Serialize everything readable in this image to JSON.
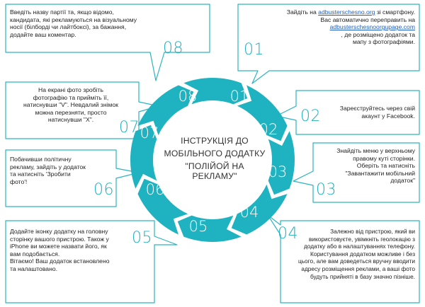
{
  "center_title": {
    "line1": "ІНСТРУКЦІЯ ДО",
    "line2": "МОБІЛЬНОГО ДОДАТКУ",
    "line3": "\"ПОЛІЙОЙ НА РЕКЛАМУ\""
  },
  "ring_numbers": [
    "01",
    "02",
    "03",
    "04",
    "05",
    "06",
    "07",
    "08"
  ],
  "colors": {
    "accent": "#23b0c0",
    "ring": "#1fb2c0",
    "text": "#1f1f1f",
    "link": "#1f5fbf"
  },
  "steps": [
    {
      "number": "01",
      "lines_a": "Зайдіть на ",
      "link1": "adbusterschesno.org",
      "lines_b": " зі смартфону.",
      "line2": "Вас автоматично переправить на",
      "link2": "adbusterschesnoorgupage.com",
      "line3": ", де розміщено додаток та",
      "line4": "мапу з фотографіями."
    },
    {
      "number": "02",
      "line1": "Зареєструйтесь через свій",
      "line2": "акаунт у Facebook."
    },
    {
      "number": "03",
      "line1": "Знайдіть меню у верхньому",
      "line2": "правому куті сторінки.",
      "line3": "Оберіть та натисніть",
      "line4": "\"Завантажити мобільний",
      "line5": "додаток\""
    },
    {
      "number": "04",
      "line1": "Залежно від пристрою, який ви",
      "line2": "використовуєте, увімкніть геолокацію з",
      "line3": "додатку або в налаштуваннях телефону.",
      "line4": "Користування додатком можливе і без",
      "line5": "цього, але вам доведеться вручну вводити",
      "line6": "адресу розміщення реклами, а ваші фото",
      "line7": "будуть прийняті в базу значно пізніше."
    },
    {
      "number": "05",
      "line1": "Додайте іконку додатку на головну",
      "line2": "сторінку вашого пристрою. Також у",
      "line3": "iPhone ви можете назвати його, як",
      "line4": "вам подобається.",
      "line5": "Вітаємо! Ваш додаток встановлено",
      "line6": "та налаштовано."
    },
    {
      "number": "06",
      "line1": "Побачивши політичну",
      "line2": "рекламу, зайдіть у додаток",
      "line3": "та натисніть 'Зробити",
      "line4": "фото'!"
    },
    {
      "number": "07",
      "line1": "На екрані фото зробіть",
      "line2": "фотографію та прийміть її,",
      "line3": "натиснувши \"V\". Невдалий знімок",
      "line4": "можна перезняти, просто",
      "line5": "натиснувши \"X\"."
    },
    {
      "number": "08",
      "line1": "Введіть назву партії та, якщо відомо,",
      "line2": "кандидата, які рекламуються на візуальному",
      "line3": "носії (білборді чи лайтбоксі), за бажання,",
      "line4": "додайте ваш коментар."
    }
  ]
}
